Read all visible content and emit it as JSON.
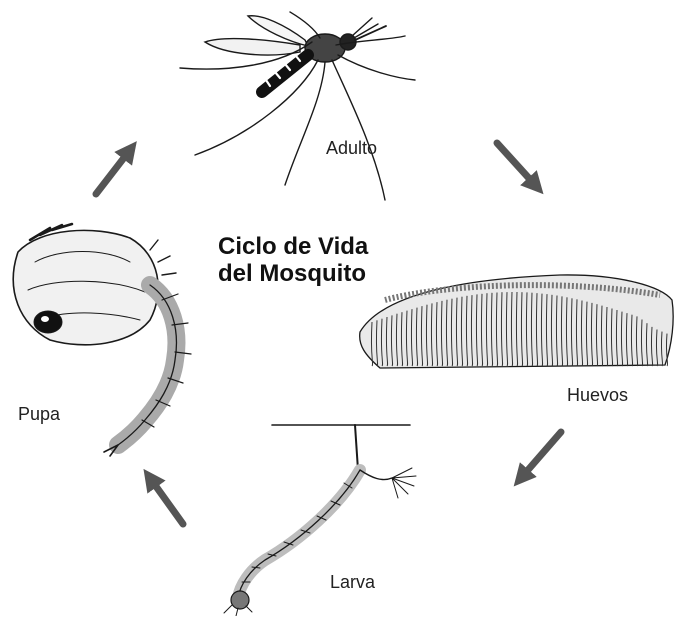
{
  "title": {
    "line1": "Ciclo de Vida",
    "line2": "del Mosquito"
  },
  "stages": [
    {
      "id": "adulto",
      "label": "Adulto"
    },
    {
      "id": "huevos",
      "label": "Huevos"
    },
    {
      "id": "larva",
      "label": "Larva"
    },
    {
      "id": "pupa",
      "label": "Pupa"
    }
  ],
  "colors": {
    "ink": "#1a1a1a",
    "arrow": "#555555",
    "background": "#ffffff"
  }
}
